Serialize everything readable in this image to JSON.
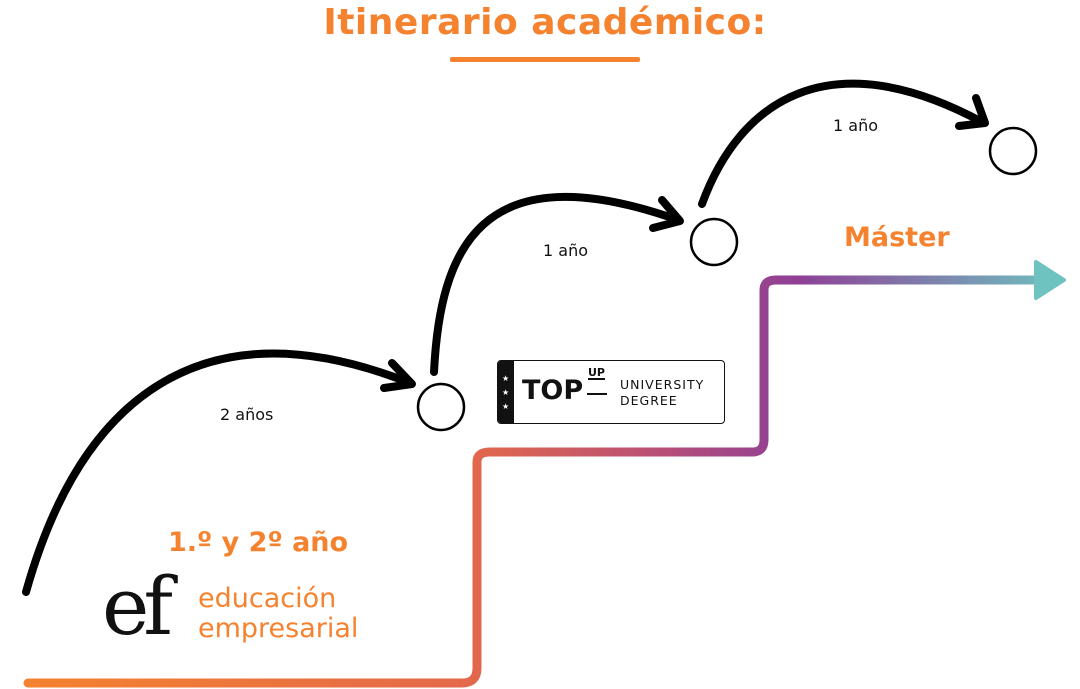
{
  "title": "Itinerario académico:",
  "colors": {
    "accent": "#f5822f",
    "stroke": "#000000",
    "path_gradient": [
      "#f5822f",
      "#e0604f",
      "#8e3f96",
      "#6ec3c1"
    ]
  },
  "steps": [
    {
      "label": "2 años"
    },
    {
      "label": "1 año"
    },
    {
      "label": "1 año"
    }
  ],
  "stages": {
    "first": "1.º y 2º año",
    "last": "Máster"
  },
  "logos": {
    "ef": {
      "mark": "ef",
      "line1": "educación",
      "line2": "empresarial"
    },
    "topup": {
      "main": "TOP",
      "sup": "UP",
      "line1": "UNIVERSITY",
      "line2": "DEGREE"
    }
  }
}
